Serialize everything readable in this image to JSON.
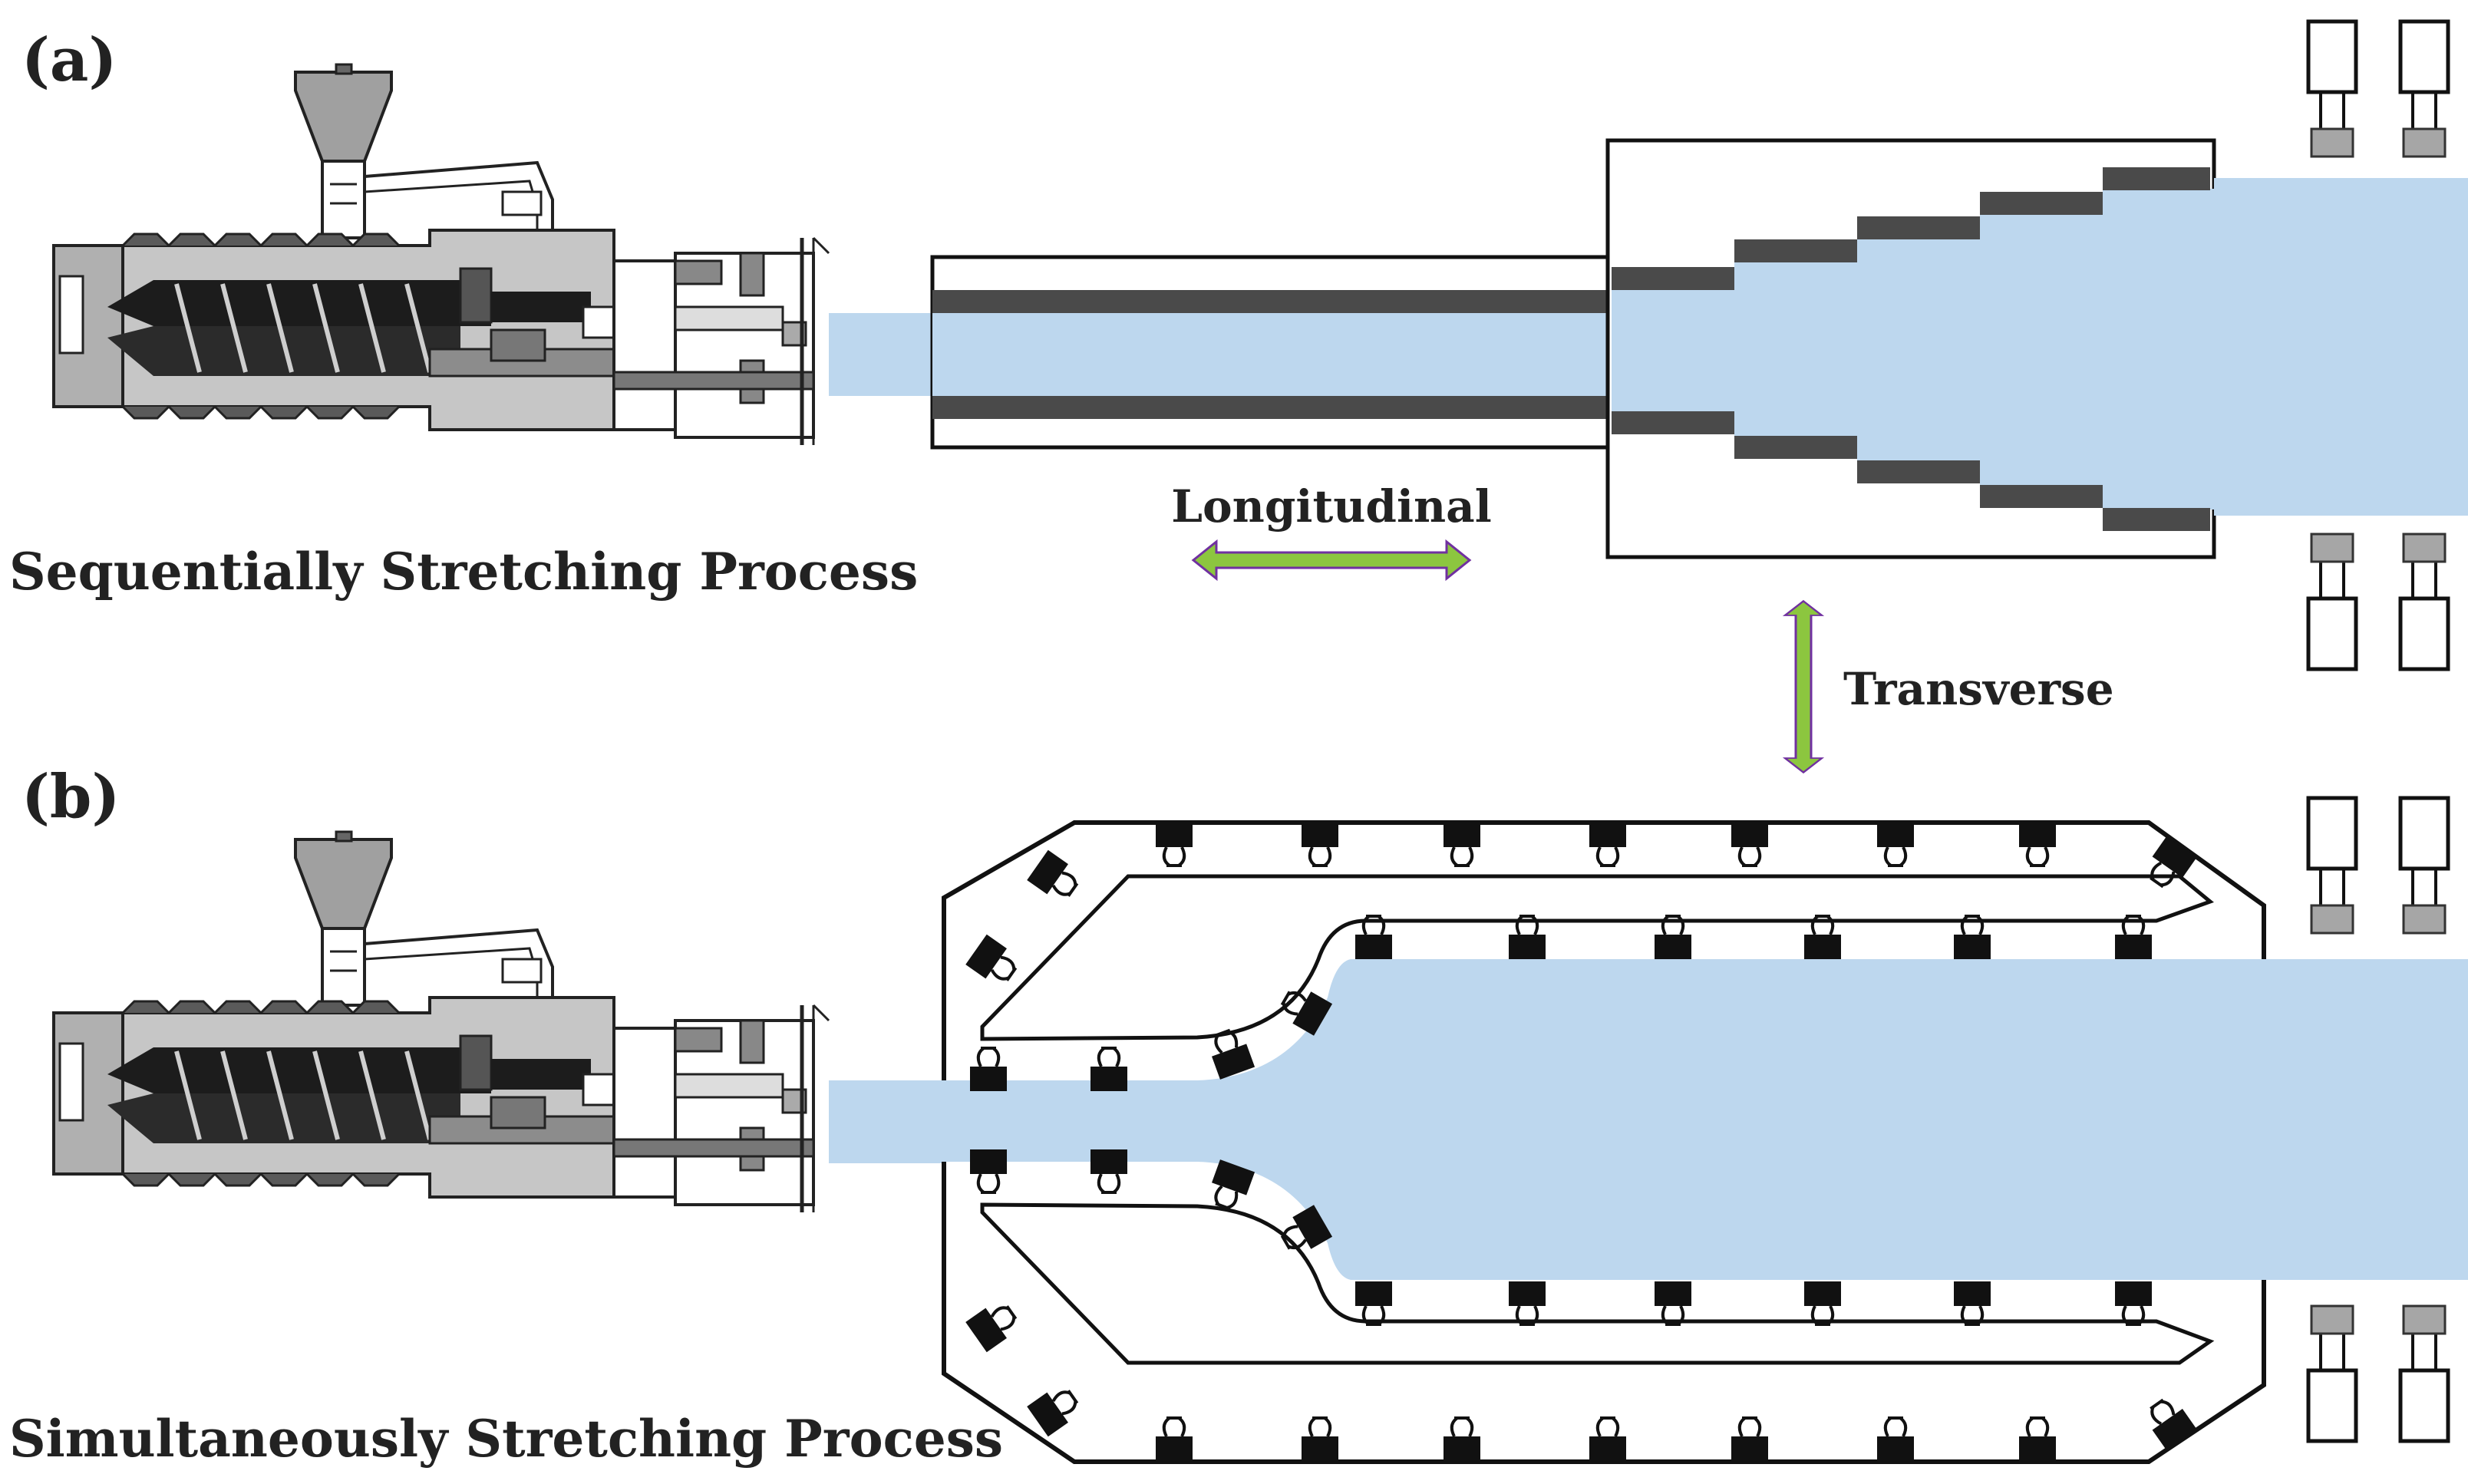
{
  "panel_a": {
    "label": "(a)",
    "caption": "Sequentially Stretching Process"
  },
  "panel_b": {
    "label": "(b)",
    "caption": "Simultaneously Stretching Process"
  },
  "directions": {
    "longitudinal": "Longitudinal",
    "transverse": "Transverse"
  },
  "colors": {
    "film": "#bdd7ee",
    "roller_bar": "#4a4a4a",
    "clip": "#111111",
    "arrow_fill": "#8cc63f",
    "arrow_stroke": "#7030a0",
    "extruder_dark": "#1c1c1c",
    "extruder_grey": "#8c8c8c"
  },
  "icons": [
    "extruder-icon",
    "take-up-roll-icon",
    "tenter-clip-icon",
    "double-arrow-icon"
  ]
}
